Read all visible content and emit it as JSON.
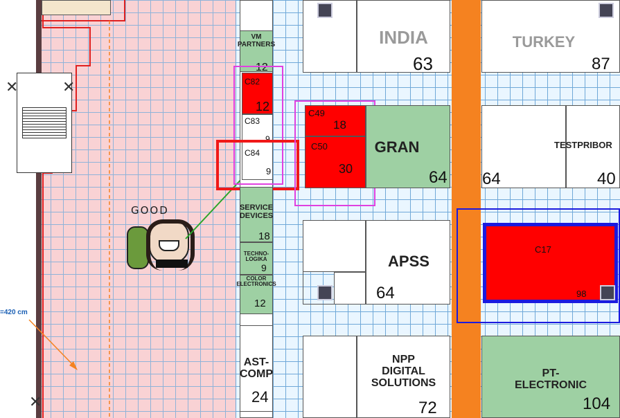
{
  "scale_note": "=420 cm",
  "sticker_text": "GOOD",
  "booths": {
    "vm_partners": {
      "name": "VM\nPARTNERS",
      "size": "12"
    },
    "c82": {
      "code": "C82",
      "size": "12"
    },
    "c83": {
      "code": "C83",
      "size": "9"
    },
    "c84": {
      "code": "C84",
      "size": "9"
    },
    "service_devices": {
      "name": "SERVICE\nDEVICES",
      "size": "18"
    },
    "technologika": {
      "name": "TECHNO-\nLOGIKA",
      "size": "9"
    },
    "color_electronics": {
      "name": "COLOR\nELECTRONICS",
      "size": "12"
    },
    "ast_comp": {
      "name": "AST-\nCOMP",
      "size": "24"
    },
    "india": {
      "name": "INDIA",
      "size": "63"
    },
    "c49": {
      "code": "C49",
      "size": "18"
    },
    "c50": {
      "code": "C50",
      "size": "30"
    },
    "gran": {
      "name": "GRAN",
      "size": "64"
    },
    "apss": {
      "name": "APSS",
      "size": "64"
    },
    "npp": {
      "name": "NPP\nDIGITAL\nSOLUTIONS",
      "size": "72"
    },
    "turkey": {
      "name": "TURKEY",
      "size": "87"
    },
    "unnamed_64": {
      "size": "64"
    },
    "testpribor": {
      "name": "TESTPRIBOR",
      "size": "40"
    },
    "c17": {
      "code": "C17",
      "size": "98"
    },
    "pt_electronic": {
      "name": "PT-\nELECTRONIC",
      "size": "104"
    }
  },
  "colors": {
    "highlight_red": "#ff0000",
    "booth_green": "#9ed0a3",
    "aisle_orange": "#f58220",
    "frame_magenta": "#e040e0",
    "frame_blue": "#1a1adf",
    "arrow_green": "#2aa52a"
  }
}
